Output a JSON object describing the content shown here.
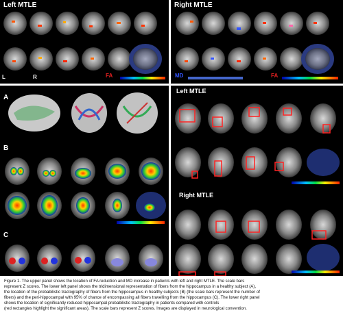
{
  "figure": {
    "upper_left": {
      "title": "Left MTLE",
      "fa_label": "FA",
      "left_marker": "L",
      "right_marker": "R"
    },
    "upper_right": {
      "title": "Right MTLE",
      "md_label": "MD",
      "fa_label": "FA"
    },
    "lower_left": {
      "label_a": "A",
      "label_b": "B",
      "label_c": "C"
    },
    "lower_right": {
      "title_left": "Left MTLE",
      "title_right": "Right MTLE"
    },
    "colors": {
      "highlight_box": "#ff2222",
      "fa_label": "#e02020",
      "md_label": "#3355ff"
    }
  },
  "caption": {
    "lines": [
      "Figure 1. The upper panel shows the location of FA reduction and MD increase in patients with left and right MTLE.  The scale bars",
      "represent Z scores. The lower left panel shows the tridimensional representation of fibers from the hippocampus in a healthy subject (A),",
      "the location of the probabilistic tractography of fibers from the hippocampus  in healthy subjects (B) (the scale bars represent the number of",
      "fibers) and the peri-hippocampal with 95% of chance of encompassing all fibers travelling from the hippocampus (C). The lower right panel",
      "shows the location of significantly reduced hippocampal probabilistic tractography in patients compared with controls",
      "(red rectangles highlight the significant areas). The scale bars represent Z scores. Images are displayed in neurological convention."
    ]
  }
}
